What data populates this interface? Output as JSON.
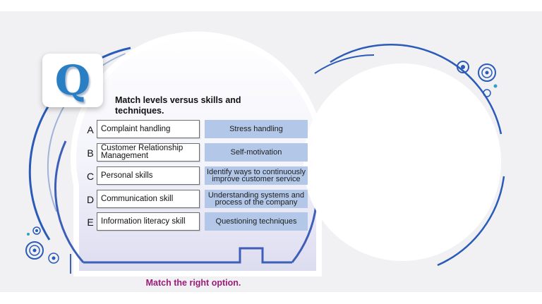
{
  "badge": {
    "letter": "Q"
  },
  "question": "Match levels versus skills and techniques.",
  "rows": [
    {
      "letter": "A",
      "left": "Complaint handling",
      "right": "Stress handling"
    },
    {
      "letter": "B",
      "left": "Customer Relationship Management",
      "right": "Self-motivation"
    },
    {
      "letter": "C",
      "left": "Personal skills",
      "right": "Identify ways to continuously improve customer service"
    },
    {
      "letter": "D",
      "left": "Communication skill",
      "right": "Understanding systems and process of the company"
    },
    {
      "letter": "E",
      "left": "Information literacy skill",
      "right": "Questioning techniques"
    }
  ],
  "instruction": "Match the right option.",
  "colors": {
    "accent_blue": "#2a5bb8",
    "answer_box": "#b3c8e8",
    "instruction_text": "#9b1b7a"
  }
}
